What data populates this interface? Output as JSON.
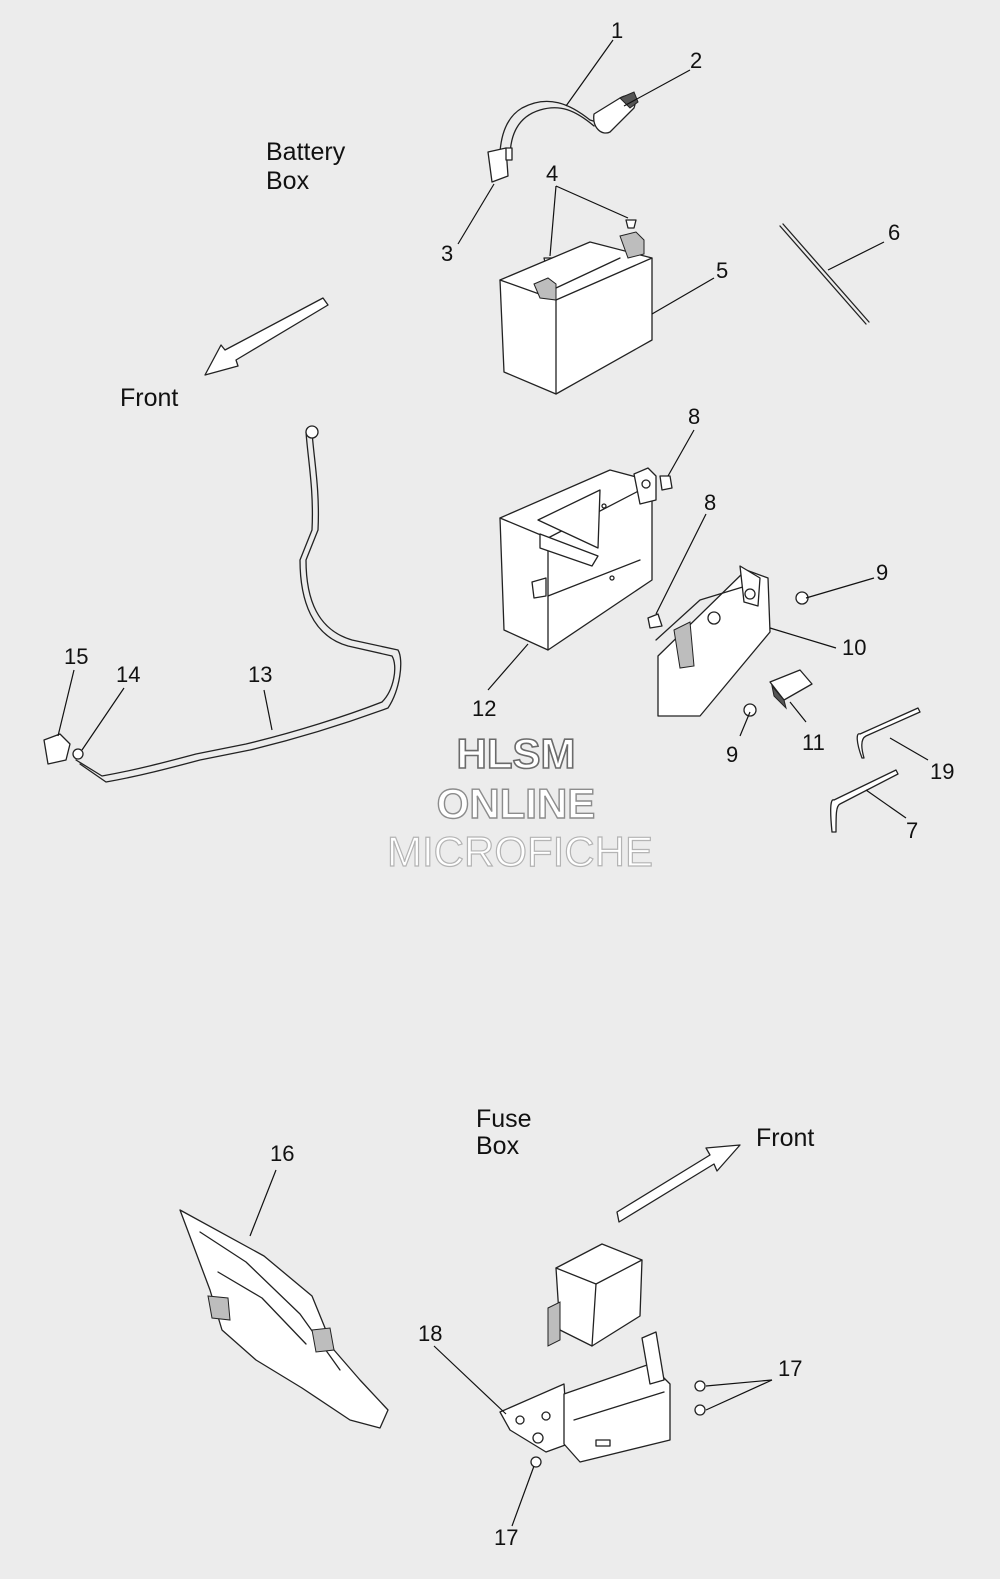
{
  "labels": {
    "battery_box": [
      "Battery",
      "Box"
    ],
    "fuse_box": [
      "Fuse",
      "Box"
    ],
    "front_top": "Front",
    "front_bottom": "Front"
  },
  "callouts": {
    "c1": "1",
    "c2": "2",
    "c3": "3",
    "c4": "4",
    "c5": "5",
    "c6": "6",
    "c7": "7",
    "c8a": "8",
    "c8b": "8",
    "c9a": "9",
    "c9b": "9",
    "c10": "10",
    "c11": "11",
    "c12": "12",
    "c13": "13",
    "c14": "14",
    "c15": "15",
    "c16": "16",
    "c17a": "17",
    "c17b": "17",
    "c18": "18",
    "c19": "19"
  },
  "watermark": {
    "line1": "HLSM",
    "line2": "ONLINE",
    "line3": "MICROFICHE"
  },
  "colors": {
    "background": "#ececec",
    "line": "#222222"
  }
}
